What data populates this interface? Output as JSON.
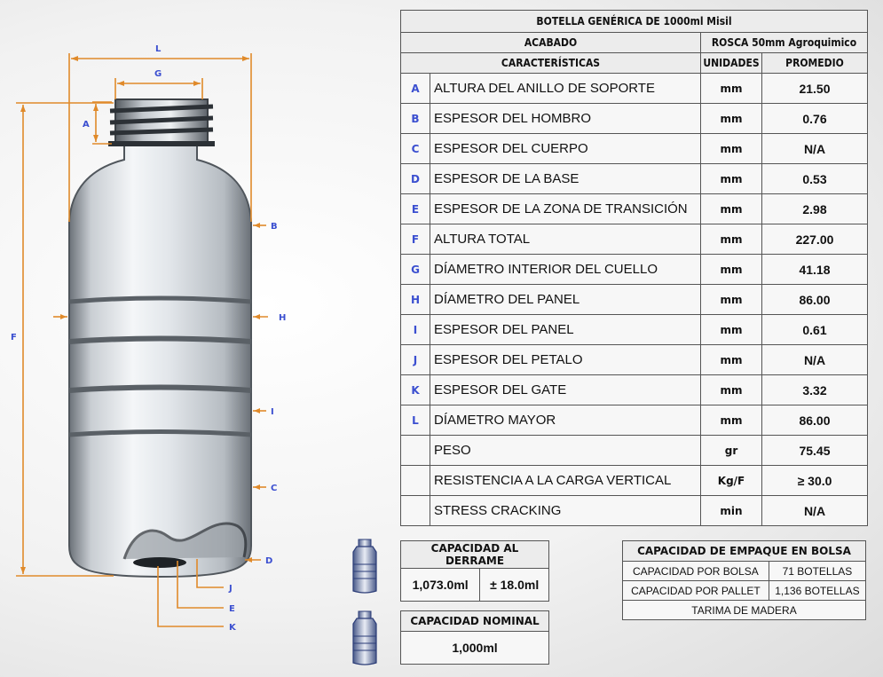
{
  "title": "BOTELLA GENÉRICA DE 1000ml Misil",
  "finish_label": "ACABADO",
  "finish_value": "ROSCA 50mm Agroquimico",
  "col_characteristics": "CARACTERÍSTICAS",
  "col_units": "UNIDADES",
  "col_average": "PROMEDIO",
  "rows": [
    {
      "letter": "A",
      "name": "ALTURA DEL ANILLO DE SOPORTE",
      "unit": "mm",
      "value": "21.50"
    },
    {
      "letter": "B",
      "name": "ESPESOR DEL HOMBRO",
      "unit": "mm",
      "value": "0.76"
    },
    {
      "letter": "C",
      "name": "ESPESOR DEL CUERPO",
      "unit": "mm",
      "value": "N/A"
    },
    {
      "letter": "D",
      "name": "ESPESOR DE LA BASE",
      "unit": "mm",
      "value": "0.53"
    },
    {
      "letter": "E",
      "name": "ESPESOR DE LA ZONA DE TRANSICIÓN",
      "unit": "mm",
      "value": "2.98"
    },
    {
      "letter": "F",
      "name": "ALTURA TOTAL",
      "unit": "mm",
      "value": "227.00"
    },
    {
      "letter": "G",
      "name": "DÍAMETRO INTERIOR DEL CUELLO",
      "unit": "mm",
      "value": "41.18"
    },
    {
      "letter": "H",
      "name": "DÍAMETRO DEL PANEL",
      "unit": "mm",
      "value": "86.00"
    },
    {
      "letter": "I",
      "name": "ESPESOR DEL PANEL",
      "unit": "mm",
      "value": "0.61"
    },
    {
      "letter": "J",
      "name": "ESPESOR DEL PETALO",
      "unit": "mm",
      "value": "N/A"
    },
    {
      "letter": "K",
      "name": "ESPESOR DEL GATE",
      "unit": "mm",
      "value": "3.32"
    },
    {
      "letter": "L",
      "name": "DÍAMETRO MAYOR",
      "unit": "mm",
      "value": "86.00"
    },
    {
      "letter": "",
      "name": "PESO",
      "unit": "gr",
      "value": "75.45"
    },
    {
      "letter": "",
      "name": "RESISTENCIA A LA CARGA VERTICAL",
      "unit": "Kg/F",
      "value": "≥ 30.0"
    },
    {
      "letter": "",
      "name": "STRESS CRACKING",
      "unit": "min",
      "value": "N/A"
    }
  ],
  "overflow": {
    "title": "CAPACIDAD AL DERRAME",
    "value": "1,073.0ml",
    "tolerance": "± 18.0ml"
  },
  "nominal": {
    "title": "CAPACIDAD NOMINAL",
    "value": "1,000ml"
  },
  "packing": {
    "title": "CAPACIDAD DE EMPAQUE EN BOLSA",
    "bag_label": "CAPACIDAD POR BOLSA",
    "bag_value": "71 BOTELLAS",
    "pallet_label": "CAPACIDAD POR PALLET",
    "pallet_value": "1,136 BOTELLAS",
    "note": "TARIMA DE MADERA"
  },
  "dimension_letters": [
    "L",
    "G",
    "A",
    "B",
    "F",
    "H",
    "I",
    "C",
    "D",
    "J",
    "E",
    "K"
  ],
  "colors": {
    "accent_blue": "#3b4fd0",
    "dimension_orange": "#e08a2a",
    "border": "#555555"
  }
}
